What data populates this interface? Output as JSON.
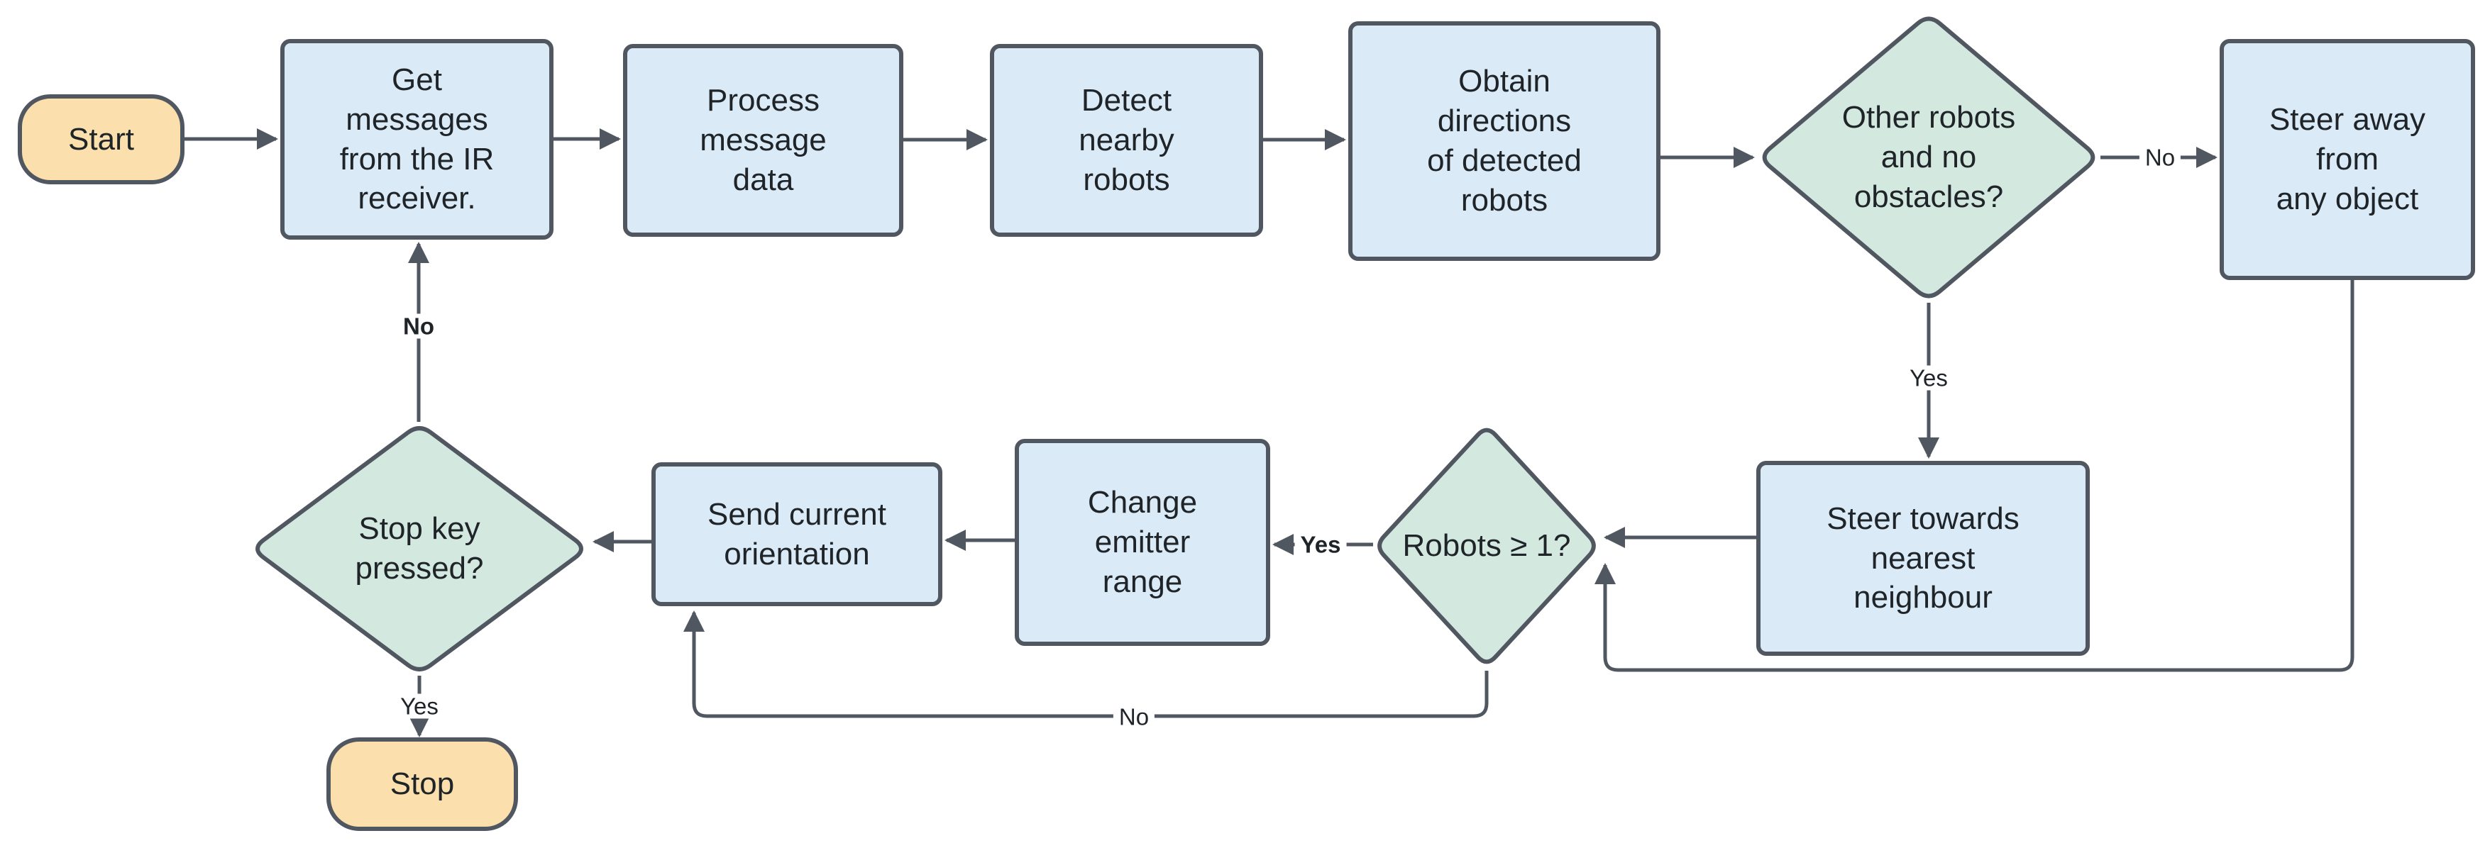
{
  "diagram": {
    "type": "flowchart",
    "colors": {
      "process_fill": "#DBEAF7",
      "decision_fill": "#D3E8DF",
      "terminator_fill": "#FBDFAC",
      "stroke": "#515760",
      "text": "#1F2428",
      "background": "#FFFFFF"
    },
    "nodes": {
      "start": {
        "type": "terminator",
        "label": "Start"
      },
      "get_messages": {
        "type": "process",
        "label": "Get\nmessages\nfrom the IR\nreceiver."
      },
      "process_data": {
        "type": "process",
        "label": "Process\nmessage\ndata"
      },
      "detect_robots": {
        "type": "process",
        "label": "Detect\nnearby\nrobots"
      },
      "obtain_directions": {
        "type": "process",
        "label": "Obtain\ndirections\nof detected\nrobots"
      },
      "other_robots": {
        "type": "decision",
        "label": "Other robots\nand no\nobstacles?"
      },
      "steer_away": {
        "type": "process",
        "label": "Steer away\nfrom\nany object"
      },
      "steer_towards": {
        "type": "process",
        "label": "Steer towards\nnearest\nneighbour"
      },
      "robots_ge_1": {
        "type": "decision",
        "label": "Robots ≥ 1?"
      },
      "change_emitter": {
        "type": "process",
        "label": "Change\nemitter\nrange"
      },
      "send_orientation": {
        "type": "process",
        "label": "Send current\norientation"
      },
      "stop_key": {
        "type": "decision",
        "label": "Stop key\npressed?"
      },
      "stop": {
        "type": "terminator",
        "label": "Stop"
      }
    },
    "edge_labels": {
      "no_to_steer_away": "No",
      "yes_to_steer_towards": "Yes",
      "yes_to_change_emitter": "Yes",
      "no_to_send_orientation": "No",
      "no_to_get_messages": "No",
      "yes_to_stop": "Yes"
    }
  }
}
